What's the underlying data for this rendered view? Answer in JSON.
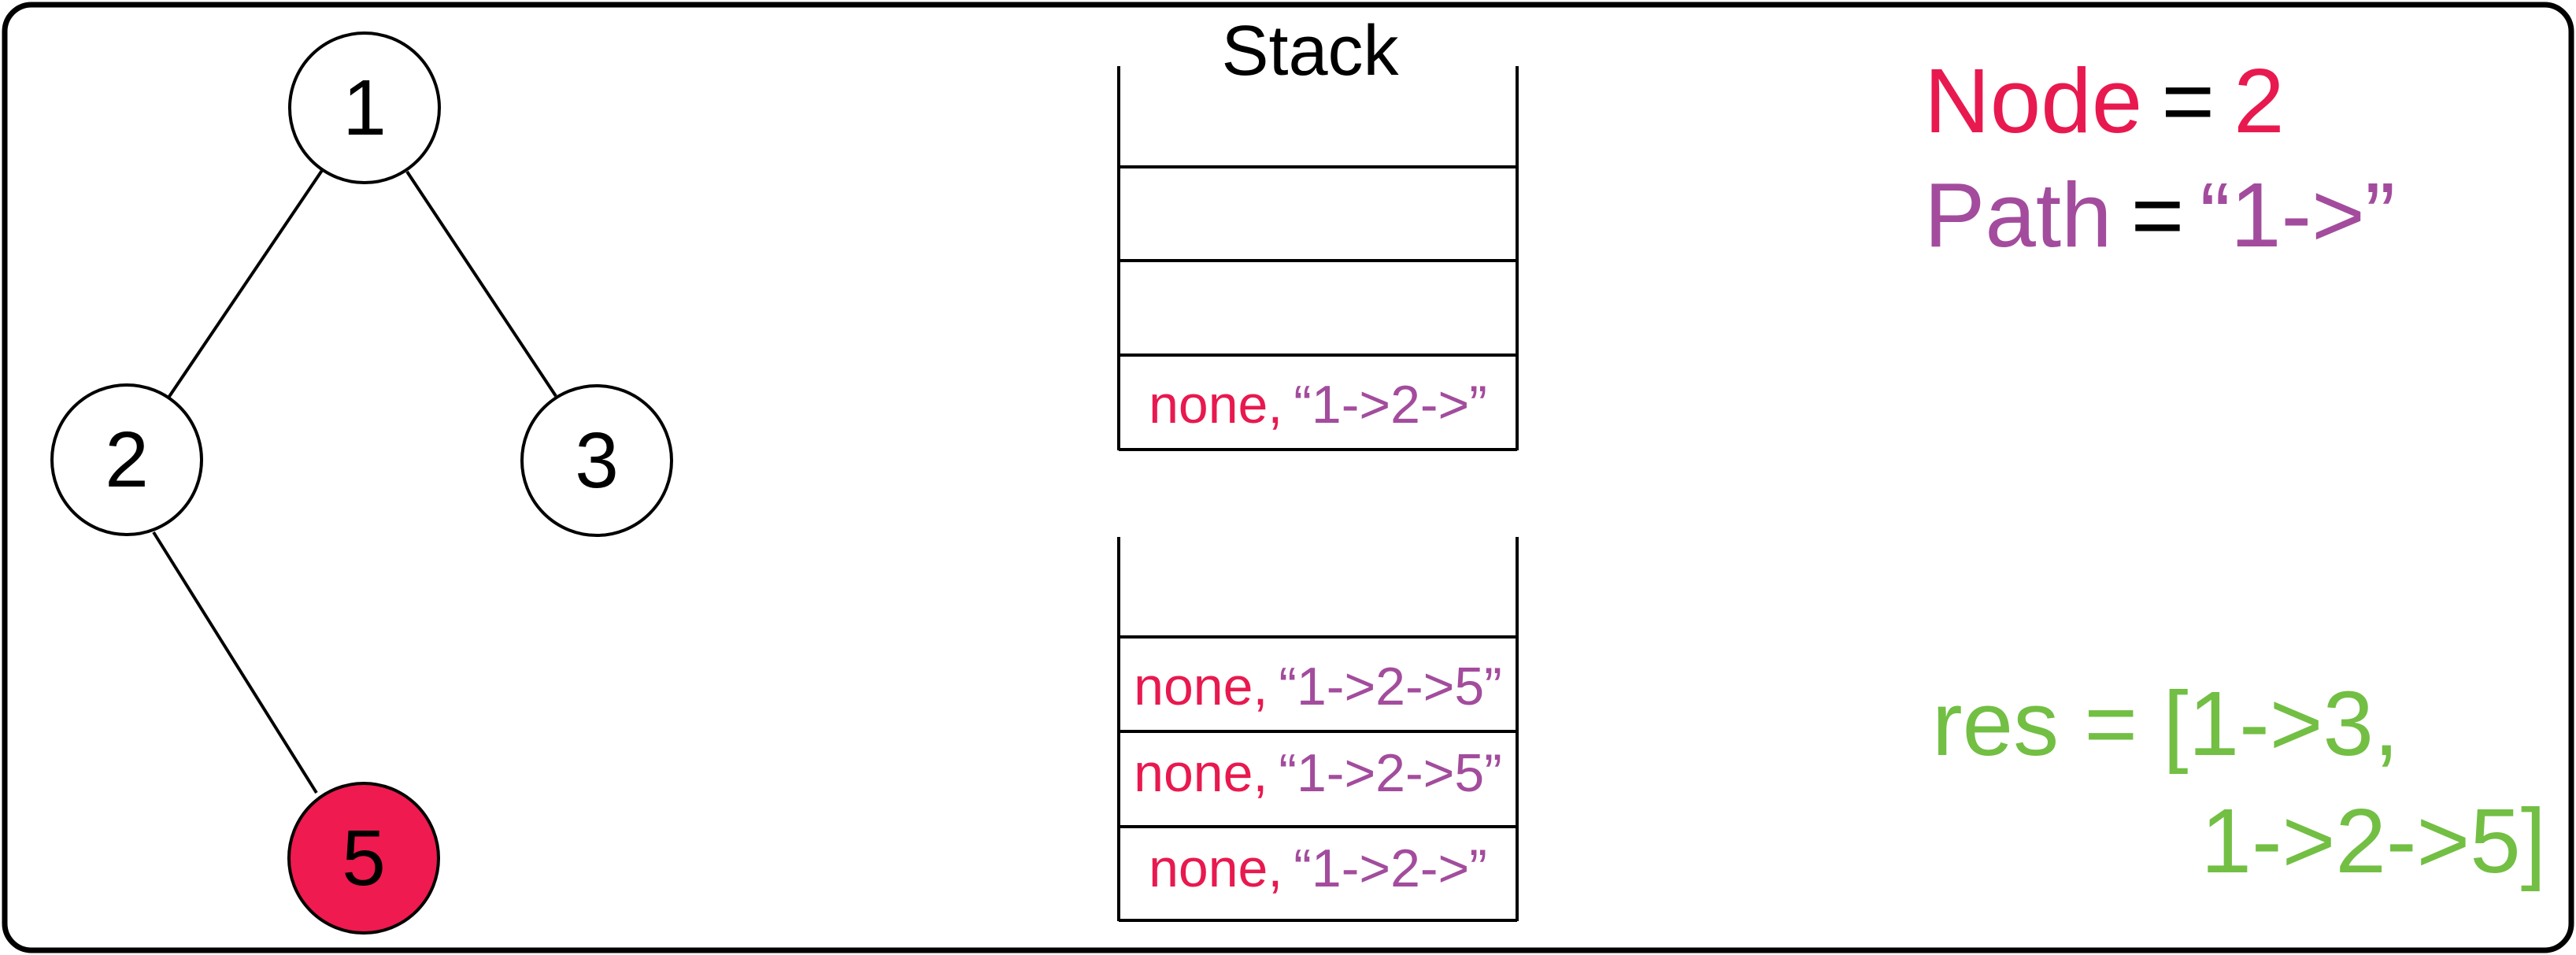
{
  "colors": {
    "node_color": "#e8194f",
    "path_color": "#a34c9d",
    "res_color": "#72bf44",
    "highlight_fill": "#ef1a4f",
    "ink": "#000000"
  },
  "tree": {
    "nodes": [
      {
        "id": "n1",
        "label": "1",
        "highlighted": false
      },
      {
        "id": "n2",
        "label": "2",
        "highlighted": false
      },
      {
        "id": "n3",
        "label": "3",
        "highlighted": false
      },
      {
        "id": "n5",
        "label": "5",
        "highlighted": true
      }
    ],
    "edges": [
      [
        "n1",
        "n2"
      ],
      [
        "n1",
        "n3"
      ],
      [
        "n2",
        "n5"
      ]
    ]
  },
  "stack_title": "Stack",
  "stack_top": {
    "cells": [
      {
        "node": "",
        "path": ""
      },
      {
        "node": "",
        "path": ""
      },
      {
        "node": "none,",
        "path": "“1->2->”"
      }
    ]
  },
  "stack_bottom": {
    "cells": [
      {
        "node": "none,",
        "path": "“1->2->5”"
      },
      {
        "node": "none,",
        "path": "“1->2->5”"
      },
      {
        "node": "none,",
        "path": "“1->2->”"
      }
    ]
  },
  "state": {
    "node_key": "Node",
    "eq": "=",
    "node_value": "2",
    "path_key": "Path",
    "path_value": "“1->”"
  },
  "result": {
    "line1": "res = [1->3,",
    "line2": "1->2->5]"
  }
}
